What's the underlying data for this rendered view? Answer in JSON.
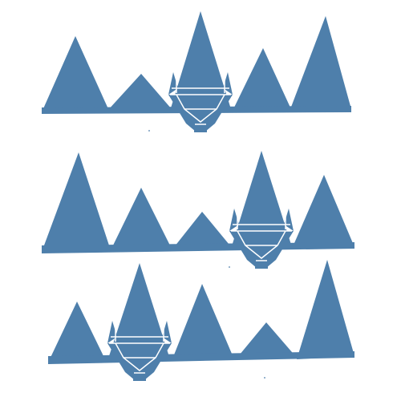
{
  "artwork": {
    "style": "block print of rows of triangular mountain peaks with geometric crowned-head motifs",
    "colors": {
      "background": "#ffffff",
      "ink": "#4e7fab",
      "linework": "#ffffff"
    },
    "rows": 3,
    "motifs_per_row": 1
  }
}
